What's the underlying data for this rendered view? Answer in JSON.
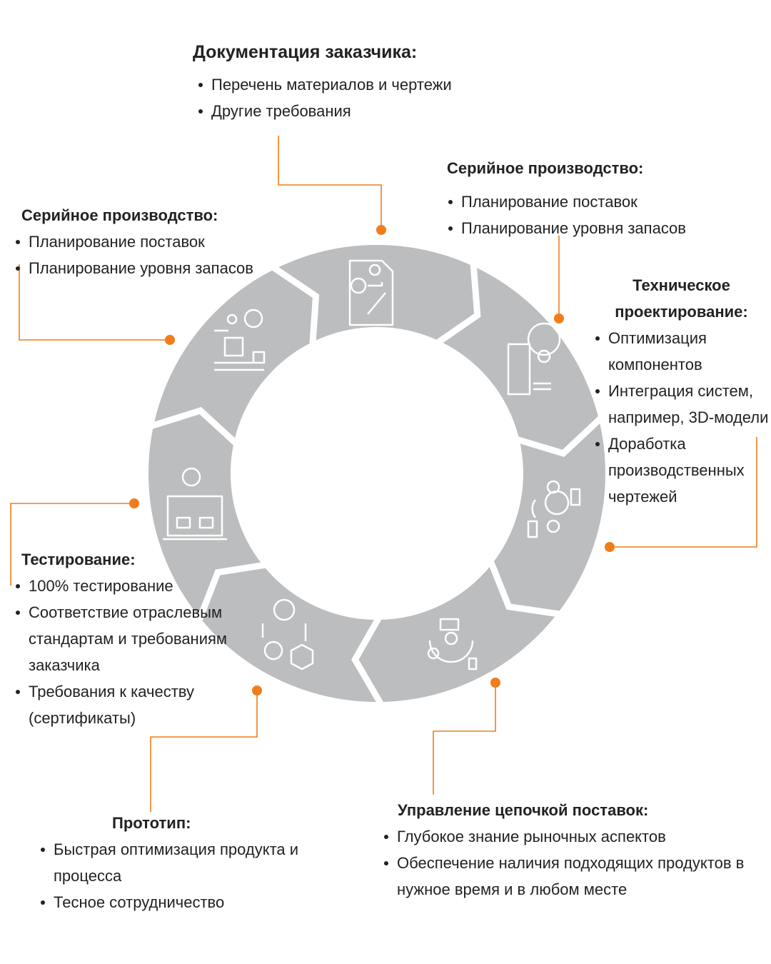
{
  "colors": {
    "ring": "#bcbdbf",
    "accent": "#f07d1a",
    "separator": "#ffffff"
  },
  "stages": [
    {
      "id": "documentation",
      "icon": "document-design-icon",
      "title": "Документация заказчика:",
      "items": [
        "Перечень материалов и чертежи",
        "Другие требования"
      ]
    },
    {
      "id": "engineering",
      "icon": "blueprint-gear-icon",
      "title": "Техническое проектирование:",
      "items": [
        "Оптимизация компонентов",
        "Интеграция систем, например, 3D-модели",
        "Доработка производственных чертежей"
      ]
    },
    {
      "id": "supply-chain",
      "icon": "logistics-cycle-icon",
      "title": "Управление цепочкой поставок:",
      "items": [
        "Глубокое знание рыночных аспектов",
        "Обеспечение наличия подходящих продуктов в нужное время и в любом месте"
      ]
    },
    {
      "id": "prototype",
      "icon": "prototype-cube-icon",
      "title": "Прототип:",
      "items": [
        "Быстрая оптимизация продукта и процесса",
        "Тесное сотрудничество"
      ]
    },
    {
      "id": "testing",
      "icon": "laptop-testing-icon",
      "title": "Тестирование:",
      "items": [
        "100% тестирование",
        "Соответствие отраслевым стандартам и требованиям заказчика",
        "Требования к качеству (сертификаты)"
      ]
    },
    {
      "id": "serial-left",
      "icon": "production-line-icon",
      "title": "Серийное производство:",
      "items": [
        "Планирование поставок",
        "Планирование уровня запасов"
      ]
    },
    {
      "id": "serial-right",
      "icon": "team-process-icon",
      "title": "Серийное производство:",
      "items": [
        "Планирование поставок",
        "Планирование уровня запасов"
      ]
    }
  ]
}
